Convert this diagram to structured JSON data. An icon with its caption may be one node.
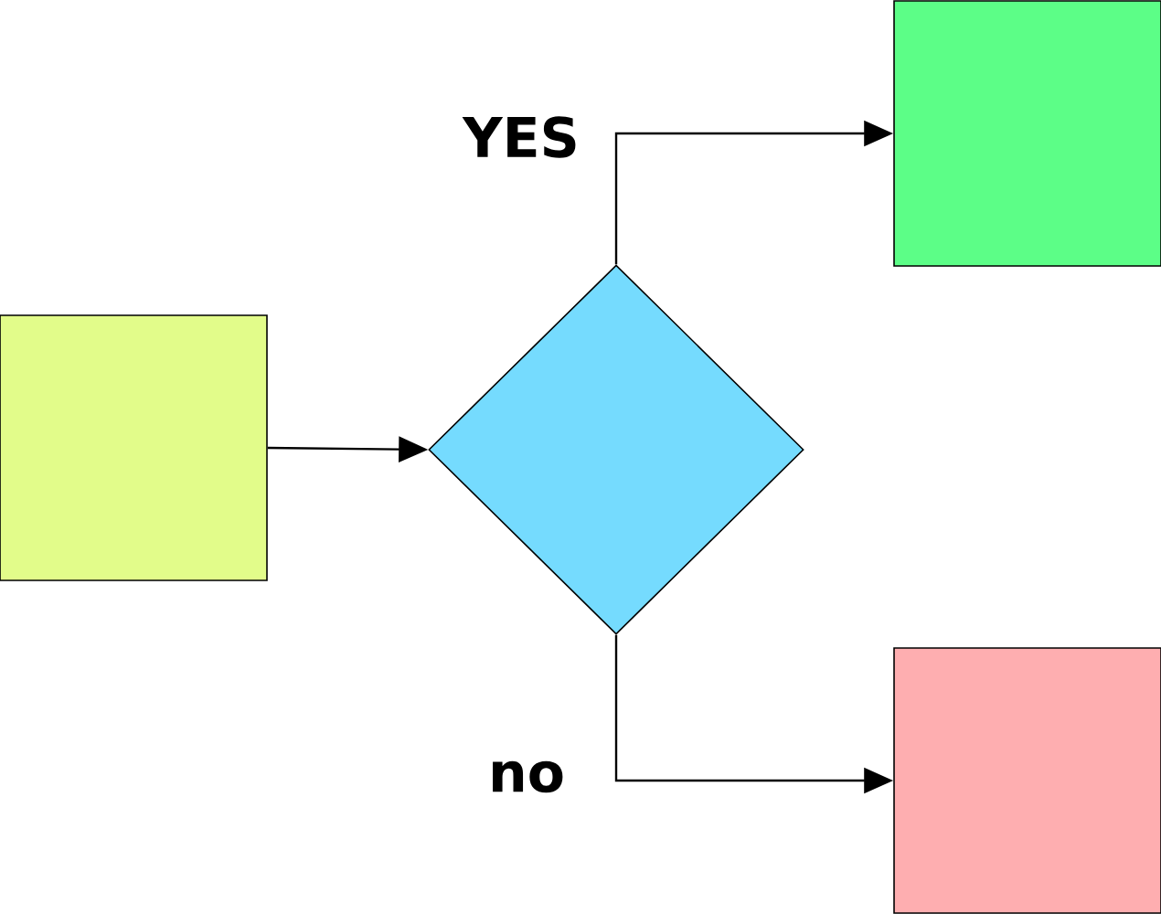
{
  "diagram": {
    "nodes": [
      {
        "text": [],
        "shape": "box"
      },
      {
        "text": [],
        "shape": "diamond"
      },
      {
        "text": [],
        "shape": "box"
      },
      {
        "text": [],
        "shape": "box"
      }
    ],
    "edges": [
      {
        "from": 0,
        "to": 1,
        "arrow": "to"
      },
      {
        "from": 1,
        "to": 2,
        "arrow": "to",
        "label": "YES"
      },
      {
        "from": 1,
        "to": 3,
        "arrow": "to",
        "label": "no"
      }
    ]
  }
}
